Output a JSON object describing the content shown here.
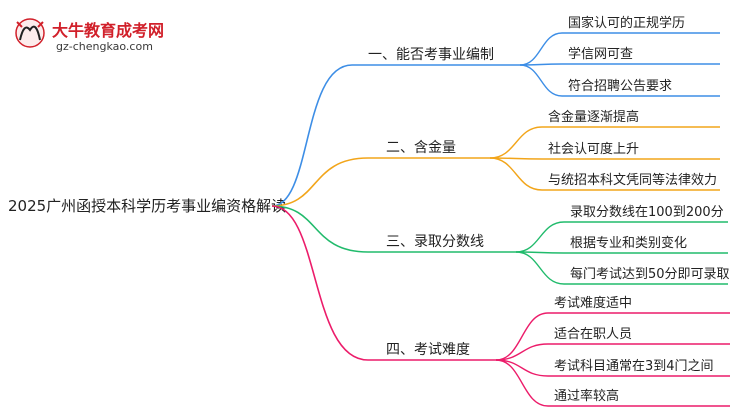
{
  "logo": {
    "title": "大牛教育成考网",
    "url": "gz-chengkao.com",
    "icon_text": "大牛",
    "colors": {
      "title": "#d1202a",
      "url": "#3a3a3a"
    }
  },
  "root": {
    "label": "2025广州函授本科学历考事业编资格解读"
  },
  "branches": [
    {
      "label": "一、能否考事业编制",
      "color": "#3d8ee6",
      "children": [
        "国家认可的正规学历",
        "学信网可查",
        "符合招聘公告要求"
      ]
    },
    {
      "label": "二、含金量",
      "color": "#f2a51a",
      "children": [
        "含金量逐渐提高",
        "社会认可度上升",
        "与统招本科文凭同等法律效力"
      ]
    },
    {
      "label": "三、录取分数线",
      "color": "#21bb6c",
      "children": [
        "录取分数线在100到200分",
        "根据专业和类别变化",
        "每门考试达到50分即可录取"
      ]
    },
    {
      "label": "四、考试难度",
      "color": "#ec1c6a",
      "children": [
        "考试难度适中",
        "适合在职人员",
        "考试科目通常在3到4门之间",
        "通过率较高"
      ]
    }
  ]
}
